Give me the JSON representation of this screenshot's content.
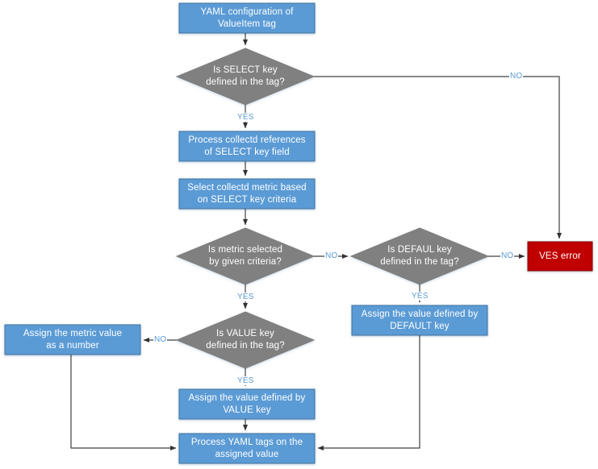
{
  "diagram": {
    "title": "YAML ValueItem tag processing flowchart",
    "colors": {
      "process_fill": "#5B9BD5",
      "process_stroke": "#41719C",
      "decision_fill": "#808080",
      "decision_stroke": "#7F7F7F",
      "error_fill": "#C00000",
      "error_stroke": "#7F0000",
      "connector": "#404040",
      "label_text": "#5B9BD5",
      "node_text": "#FFFFFF",
      "background": "#FFFFFF"
    },
    "nodes": [
      {
        "id": "start",
        "type": "process",
        "label": "YAML configuration of\nValueItem tag"
      },
      {
        "id": "select_key",
        "type": "decision",
        "label": "Is SELECT key\ndefined in the tag?"
      },
      {
        "id": "process_refs",
        "type": "process",
        "label": "Process collectd references\nof SELECT key field"
      },
      {
        "id": "select_metric",
        "type": "process",
        "label": "Select collectd metric based\non SELECT key criteria"
      },
      {
        "id": "metric_sel",
        "type": "decision",
        "label": "Is metric selected\nby given criteria?"
      },
      {
        "id": "default_key",
        "type": "decision",
        "label": "Is DEFAUL key\ndefined in the tag?"
      },
      {
        "id": "ves_error",
        "type": "error",
        "label": "VES error"
      },
      {
        "id": "assign_default",
        "type": "process",
        "label": "Assign the value defined by\nDEFAULT key"
      },
      {
        "id": "value_key",
        "type": "decision",
        "label": "Is VALUE key\ndefined in the tag?"
      },
      {
        "id": "assign_number",
        "type": "process",
        "label": "Assign the metric value\nas a number"
      },
      {
        "id": "assign_value",
        "type": "process",
        "label": "Assign the value defined by\nVALUE key"
      },
      {
        "id": "process_yaml",
        "type": "process",
        "label": "Process YAML tags on the\nassigned value"
      }
    ],
    "edge_labels": {
      "select_key_no": "NO",
      "select_key_yes": "YES",
      "metric_sel_no": "NO",
      "metric_sel_yes": "YES",
      "default_key_no": "NO",
      "default_key_yes": "YES",
      "value_key_no": "NO",
      "value_key_yes": "YES"
    }
  }
}
